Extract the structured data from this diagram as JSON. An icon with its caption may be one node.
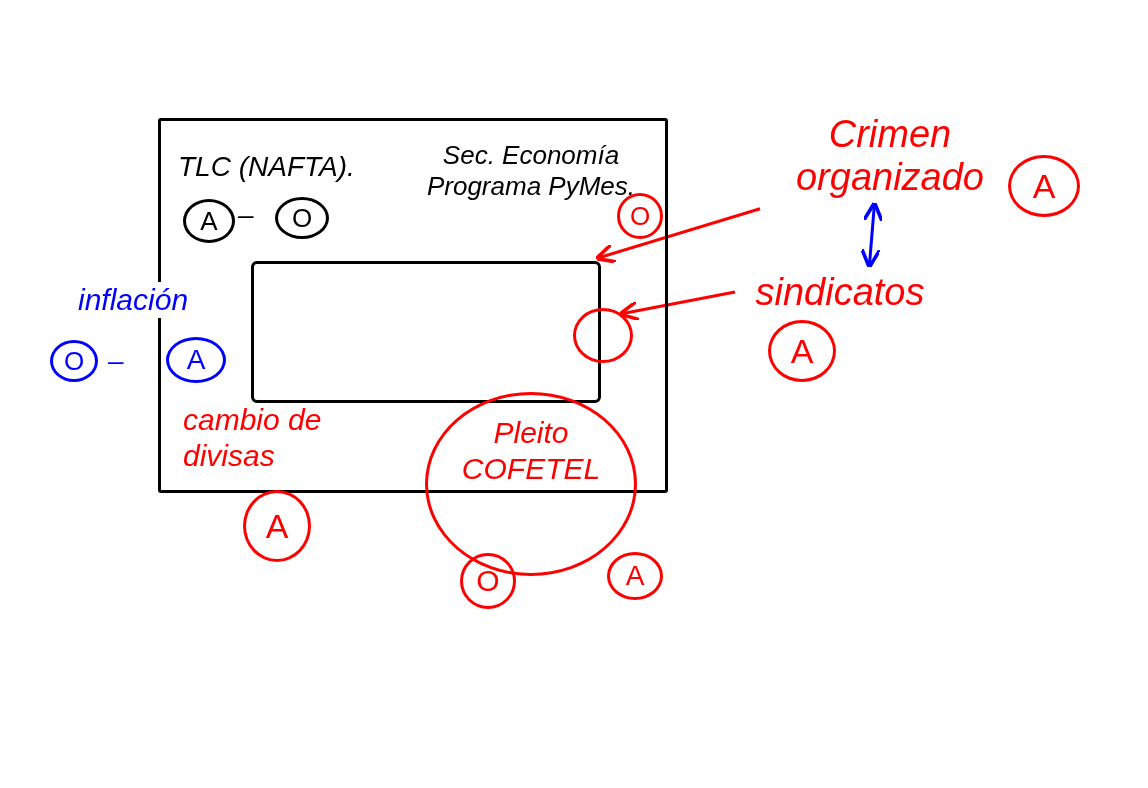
{
  "diagram": {
    "nodes": [
      {
        "text": [],
        "shape": "box"
      },
      {
        "text": [
          "A"
        ],
        "in": 0
      },
      {
        "text": [
          "O"
        ],
        "in": 0
      },
      {
        "text": [
          "O"
        ],
        "in": 0
      },
      {
        "text": [],
        "shape": "box",
        "in": 0
      },
      {
        "text": [],
        "shape": "circle",
        "in": 0
      },
      {
        "text": [
          "Pleito COFETEL"
        ]
      },
      {
        "text": [
          "O"
        ]
      },
      {
        "text": [
          "A"
        ],
        "in": 0
      },
      {
        "text": [
          "A"
        ]
      },
      {
        "text": [
          "O"
        ]
      },
      {
        "text": [
          "A"
        ]
      },
      {
        "text": [
          "Crimen organizado"
        ]
      },
      {
        "text": [
          "A"
        ]
      },
      {
        "text": [
          "sindicatos"
        ]
      },
      {
        "text": [
          "A"
        ]
      }
    ],
    "edges": [
      {
        "from": 12,
        "to": 4,
        "arrow": "to"
      },
      {
        "from": 14,
        "to": 5,
        "arrow": "to"
      },
      {
        "from": 12,
        "to": 14,
        "arrow": "both",
        "color": "#0000ff"
      }
    ],
    "labels": [
      "TLC (NAFTA).",
      "–",
      "Sec. Economía Programa PyMes.",
      "inflación",
      "–",
      "cambio de divisas"
    ]
  }
}
